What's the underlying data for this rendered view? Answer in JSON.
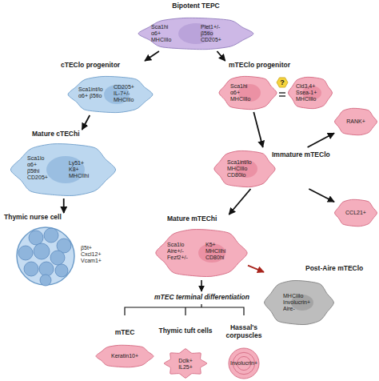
{
  "diagram": {
    "nodes": [
      {
        "text": [
          "Bipotent TEPC",
          "Sca1hi α6+ MHCIIlo",
          "Plet1+/- β5tlo CD205+"
        ]
      },
      {
        "text": [
          "cTEClo progenitor",
          "Sca1int/lo α6+ β5tlo",
          "CD205+ IL-7+/- MHCIIlo"
        ]
      },
      {
        "text": [
          "mTEClo progenitor",
          "Sca1hi α6+ MHCIIlo"
        ]
      },
      {
        "text": [
          "Cld3,4+ Ssea-1+ MHCIIlo"
        ]
      },
      {
        "text": [
          "Mature cTEChi",
          "Sca1lo α6+ β5thi CD205+",
          "Ly51+ K8+ MHCIIhi"
        ]
      },
      {
        "text": [
          "Thymic nurse cell",
          "β5t+ Cxcl12+ Vcam1+"
        ]
      },
      {
        "text": [
          "Immature mTEClo",
          "Sca1int/lo MHCIIlo CD80lo"
        ]
      },
      {
        "text": [
          "RANK+"
        ]
      },
      {
        "text": [
          "CCL21+"
        ]
      },
      {
        "text": [
          "Mature mTEChi",
          "Sca1lo Aire+/- Fezf2+/-",
          "K5+ MHCIIhi CD80hi"
        ]
      },
      {
        "text": [
          "Post-Aire mTEClo",
          "MHCIIlo Involucrin+ Aire-"
        ]
      },
      {
        "text": [
          "mTEC",
          "Keratin10+"
        ]
      },
      {
        "text": [
          "Thymic tuft cells",
          "Dclk+ IL25+"
        ]
      },
      {
        "text": [
          "Hassal's corpuscles",
          "Involucrin+"
        ]
      }
    ],
    "edges": [
      {
        "from": 0,
        "to": 1,
        "arrow": "to"
      },
      {
        "from": 0,
        "to": 2,
        "arrow": "to"
      },
      {
        "from": 1,
        "to": 4,
        "arrow": "to"
      },
      {
        "from": 2,
        "to": 6,
        "arrow": "to"
      },
      {
        "from": 4,
        "to": 5,
        "arrow": "to"
      },
      {
        "from": 6,
        "to": 7,
        "arrow": "to"
      },
      {
        "from": 6,
        "to": 8,
        "arrow": "to"
      },
      {
        "from": 6,
        "to": 9,
        "arrow": "to"
      },
      {
        "from": 9,
        "to": 10,
        "arrow": "to"
      }
    ],
    "labels": [
      "?",
      "mTEC terminal differentiation"
    ]
  }
}
